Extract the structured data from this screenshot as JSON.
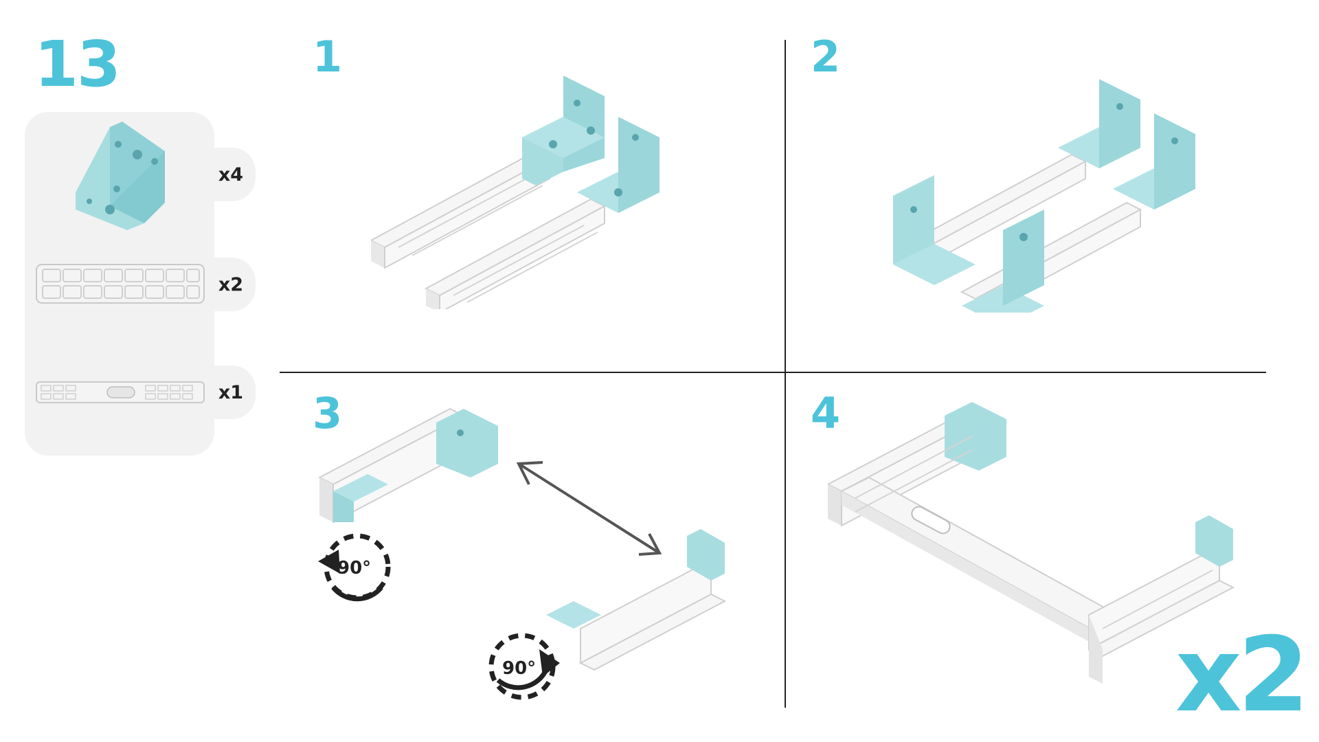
{
  "page": {
    "step_number": "13",
    "multiplier": "x2"
  },
  "parts": [
    {
      "name": "corner bracket",
      "qty": "x4"
    },
    {
      "name": "long plate",
      "qty": "x2"
    },
    {
      "name": "plate with slot",
      "qty": "x1"
    }
  ],
  "steps": [
    {
      "number": "1"
    },
    {
      "number": "2"
    },
    {
      "number": "3",
      "rotations": [
        "90°",
        "90°"
      ]
    },
    {
      "number": "4"
    }
  ],
  "colors": {
    "accent": "#4dc3d9",
    "bracket": "#a8dde0",
    "plate": "#f4f4f4",
    "panel": "#f2f2f2"
  }
}
